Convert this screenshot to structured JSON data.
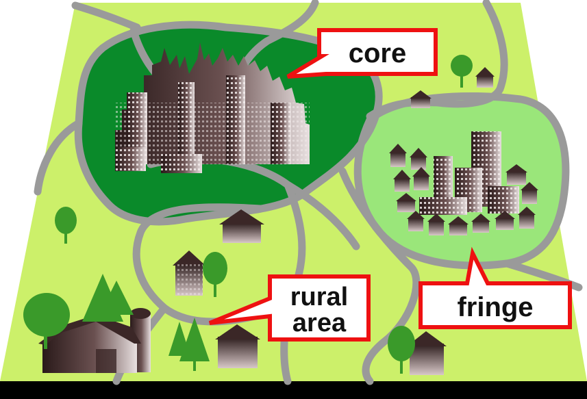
{
  "labels": {
    "core": "core",
    "rural_line1": "rural",
    "rural_line2": "area",
    "fringe": "fringe"
  },
  "colors": {
    "land": "#ccf06a",
    "core_zone": "#0a8a2a",
    "fringe_zone": "#9ae67a",
    "road": "#9a9a9a",
    "callout_border": "#ee1111",
    "callout_fill": "#ffffff",
    "base_edge": "#000000",
    "building_dark": "#3b2727",
    "tree": "#3a9a2a"
  }
}
